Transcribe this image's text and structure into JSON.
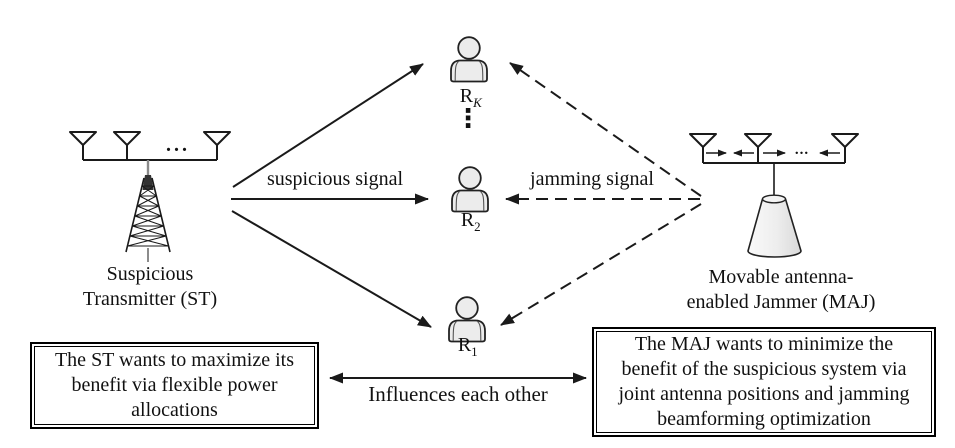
{
  "colors": {
    "ink": "#1a1a1a",
    "person_fill": "#ececec",
    "cone_fill_light": "#fafafa",
    "cone_fill_dark": "#d9d9d9"
  },
  "transmitter": {
    "label_lines": [
      "Suspicious",
      "Transmitter (ST)"
    ],
    "antenna_ellipsis": "..."
  },
  "jammer": {
    "label_lines": [
      "Movable antenna-",
      "enabled Jammer (MAJ)"
    ],
    "antenna_ellipsis": "..."
  },
  "receivers": {
    "items": [
      {
        "base": "R",
        "sub": "K"
      },
      {
        "base": "R",
        "sub": "2"
      },
      {
        "base": "R",
        "sub": "1"
      }
    ],
    "ellipsis": "⋮"
  },
  "links": {
    "suspicious_label": "suspicious signal",
    "jamming_label": "jamming signal",
    "influence_label": "Influences each other"
  },
  "boxes": {
    "st_goal": {
      "lines": [
        "The ST wants to maximize its",
        "benefit via flexible power",
        "allocations"
      ]
    },
    "maj_goal": {
      "lines": [
        "The MAJ wants to minimize the",
        "benefit of the suspicious system via",
        "joint antenna positions and jamming",
        "beamforming optimization"
      ]
    }
  }
}
